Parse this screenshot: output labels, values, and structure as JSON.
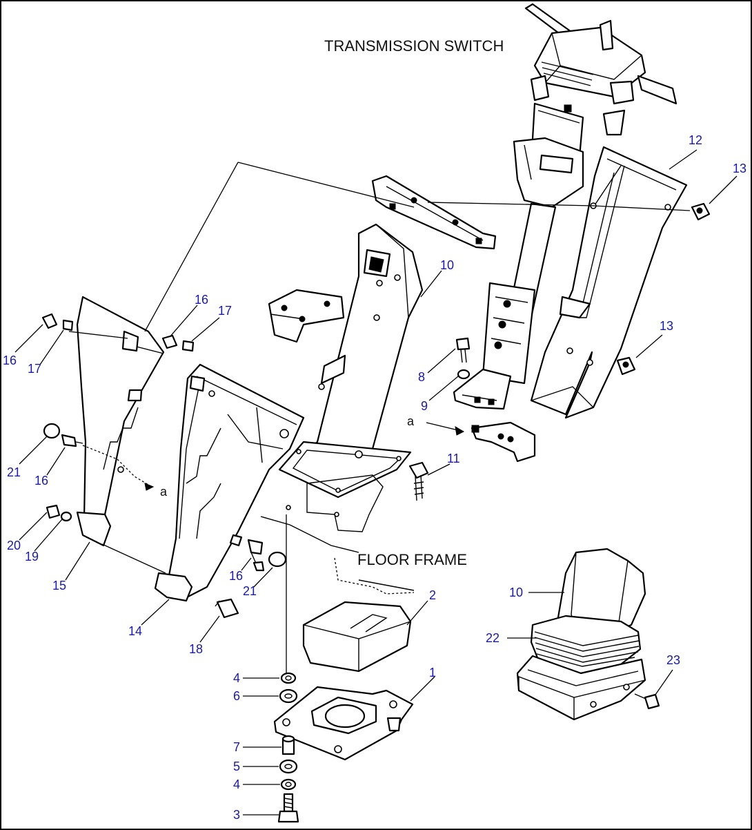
{
  "labels": {
    "transmission_switch": "TRANSMISSION SWITCH",
    "floor_frame": "FLOOR FRAME",
    "ref_a": "a"
  },
  "colors": {
    "part_number": "#1a1aaa",
    "line": "#000000",
    "background": "#ffffff"
  },
  "callouts": {
    "p1": "1",
    "p2": "2",
    "p3": "3",
    "p4a": "4",
    "p4b": "4",
    "p5": "5",
    "p6": "6",
    "p7": "7",
    "p8": "8",
    "p9": "9",
    "p10a": "10",
    "p10b": "10",
    "p11": "11",
    "p12": "12",
    "p13a": "13",
    "p13b": "13",
    "p14": "14",
    "p15": "15",
    "p16a": "16",
    "p16b": "16",
    "p16c": "16",
    "p16d": "16",
    "p17a": "17",
    "p17b": "17",
    "p18": "18",
    "p19": "19",
    "p20": "20",
    "p21a": "21",
    "p21b": "21",
    "p22": "22",
    "p23": "23"
  }
}
